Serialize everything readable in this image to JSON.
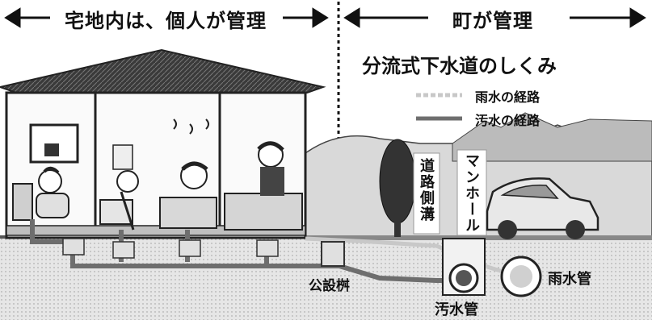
{
  "header": {
    "left_label": "宅地内は、個人が管理",
    "right_label": "町が管理"
  },
  "diagram": {
    "title": "分流式下水道のしくみ",
    "legend": {
      "rain_label": "雨水の経路",
      "sewage_label": "汚水の経路",
      "rain_color": "#c8c8c8",
      "sewage_color": "#6e6e6e"
    },
    "roadside_ditch_label": "道路側溝",
    "manhole_label": "マンホール",
    "public_basin_label": "公設桝",
    "sewage_pipe_label": "汚水管",
    "rain_pipe_label": "雨水管"
  }
}
